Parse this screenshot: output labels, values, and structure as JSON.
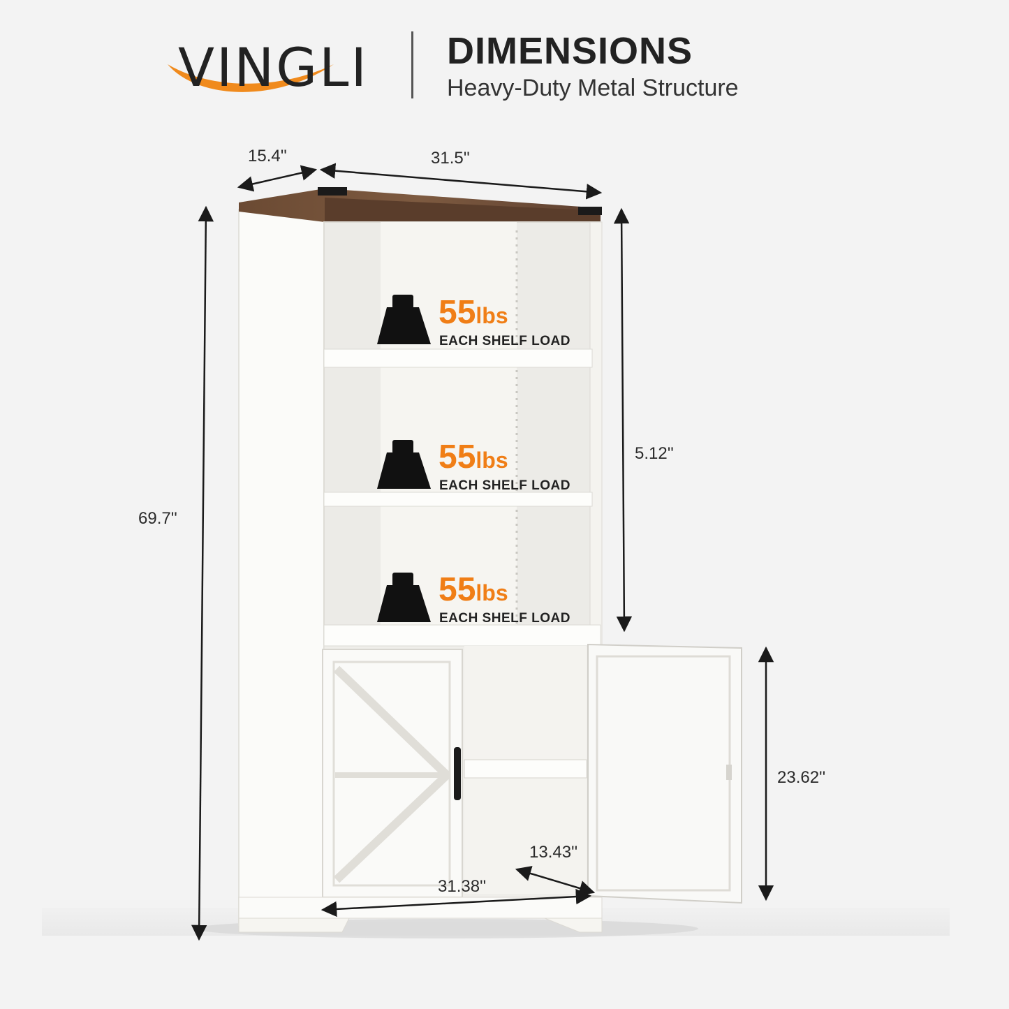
{
  "brand": {
    "name": "VINGLI",
    "swoosh_color": "#f08a1c"
  },
  "header": {
    "title": "DIMENSIONS",
    "subtitle": "Heavy-Duty Metal Structure"
  },
  "dimensions": {
    "depth": "15.4''",
    "width": "31.5''",
    "height": "69.7''",
    "shelf_height": "5.12''",
    "cabinet_height": "23.62''",
    "inner_depth": "13.43''",
    "inner_width": "31.38''"
  },
  "shelves": [
    {
      "value": "55",
      "unit": "lbs",
      "label": "EACH SHELF LOAD"
    },
    {
      "value": "55",
      "unit": "lbs",
      "label": "EACH SHELF LOAD"
    },
    {
      "value": "55",
      "unit": "lbs",
      "label": "EACH SHELF LOAD"
    }
  ],
  "colors": {
    "accent": "#f07e16",
    "cabinet": "#f7f6f2",
    "wood_top": "#6b4a33"
  }
}
